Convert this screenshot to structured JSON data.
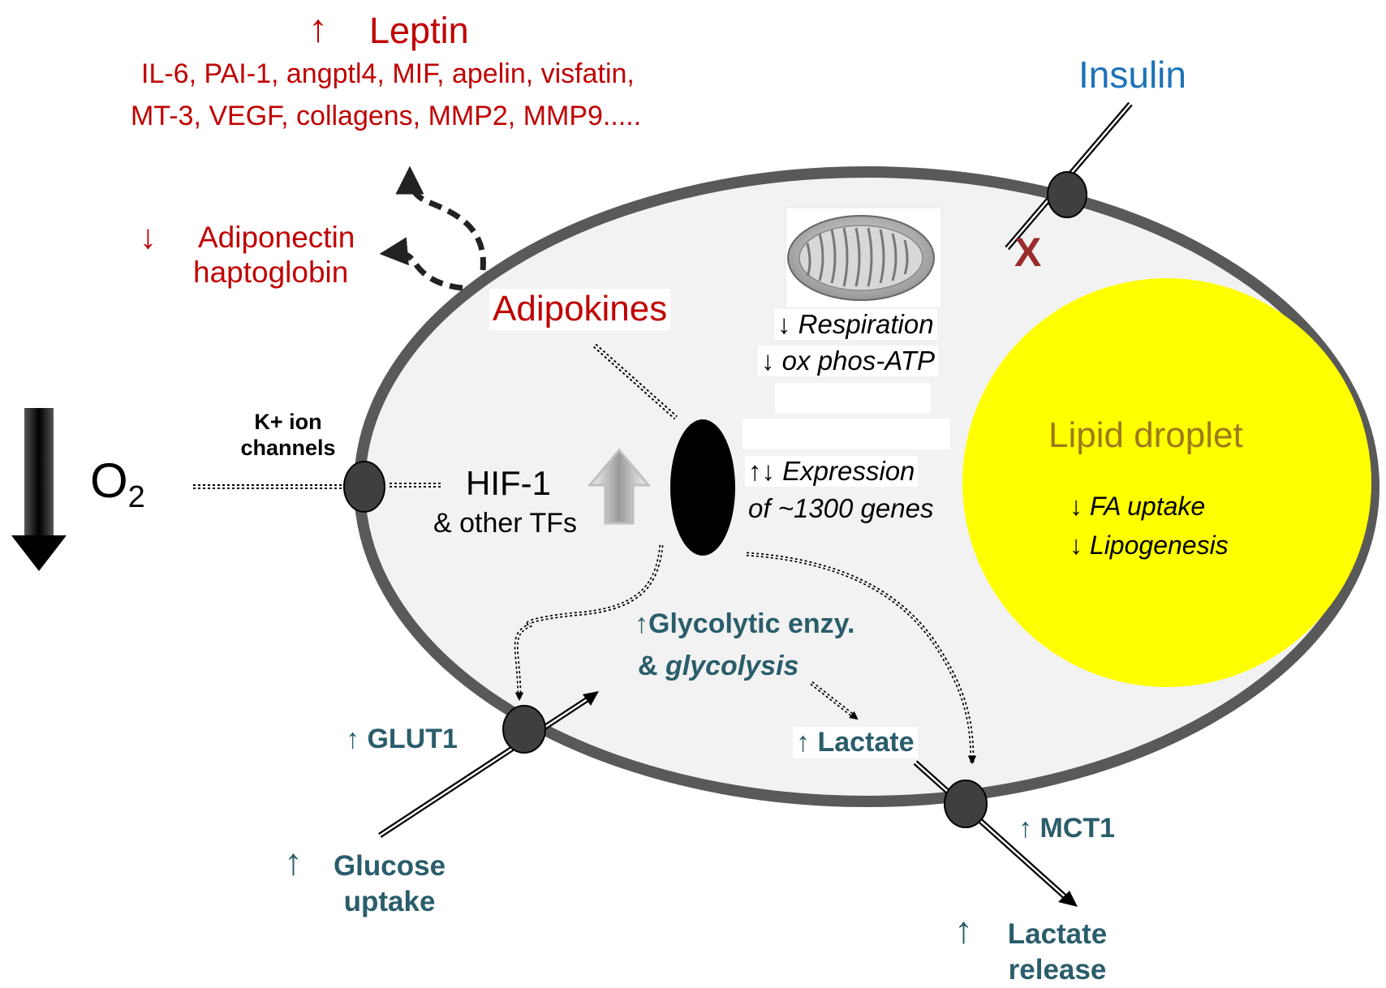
{
  "secreted": {
    "up_arrow": "↑",
    "leptin": "Leptin",
    "line1": "IL-6, PAI-1, angptl4, MIF, apelin, visfatin,",
    "line2": "MT-3, VEGF, collagens, MMP2, MMP9.....",
    "down_arrow": "↓",
    "adiponectin": "Adiponectin",
    "haptoglobin": "haptoglobin"
  },
  "adipokines_label": "Adipokines",
  "insulin_label": "Insulin",
  "insulin_block_mark": "X",
  "mitochondria": {
    "respiration": "↓ Respiration",
    "oxphos": "↓ ox phos-ATP"
  },
  "expression": {
    "line1": "↑↓ Expression",
    "line2": "of ~1300 genes"
  },
  "lipid_droplet": {
    "title": "Lipid droplet",
    "fa_uptake": "↓ FA uptake",
    "lipogenesis": "↓ Lipogenesis"
  },
  "oxygen": {
    "label": "O",
    "subscript": "2"
  },
  "k_channels": {
    "line1": "K+ ion",
    "line2": "channels"
  },
  "hif": {
    "title": "HIF-1",
    "subtitle": "& other TFs"
  },
  "glycolysis": {
    "line1": "↑Glycolytic enzy.",
    "line2_prefix": "& ",
    "line2_italic": "glycolysis"
  },
  "glut1": "↑ GLUT1",
  "lactate": "↑ Lactate",
  "mct1": "↑ MCT1",
  "glucose_uptake": {
    "arrow": "↑",
    "line1": "Glucose",
    "line2": "uptake"
  },
  "lactate_release": {
    "arrow": "↑",
    "line1": "Lactate",
    "line2": "release"
  },
  "colors": {
    "secreted_red": "#c00000",
    "metabolic_teal": "#2a5d6b",
    "insulin_blue": "#1d72b8",
    "lipid_yellow": "#ffff00",
    "lipid_text": "#9c7a1a",
    "cell_fill": "#f2f2f2",
    "membrane": "#595959",
    "protein": "#3f3f3f"
  }
}
